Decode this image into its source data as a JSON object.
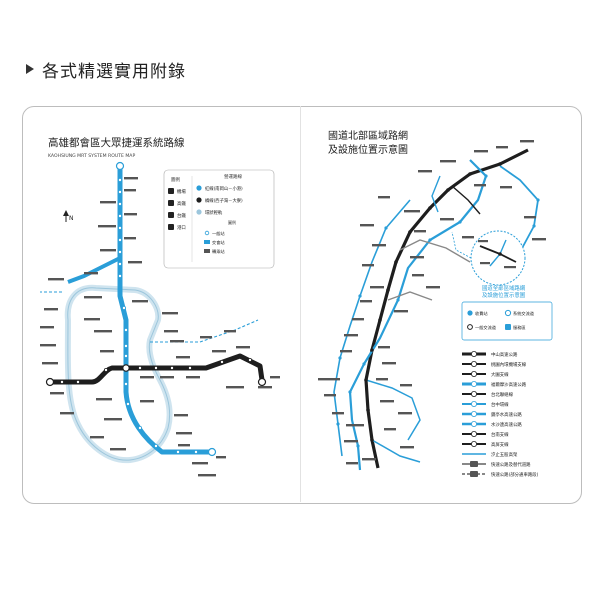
{
  "header": {
    "title": "各式精選實用附錄"
  },
  "left_map": {
    "title": "高雄都會區大眾捷運系統路線",
    "subtitle": "KAOHSIUNG MRT SYSTEM ROUTE MAP",
    "legend_left": {
      "title": "圖例",
      "items": [
        "機場",
        "高鐵",
        "台鐵",
        "港口"
      ]
    },
    "legend_right": {
      "title": "營運路線",
      "lines": [
        "紅線(南岡山－小港)",
        "橘線(西子灣－大寮)",
        "環狀輕軌"
      ],
      "station_title": "圖例",
      "stations": [
        "一般站",
        "交會站",
        "轉乘站"
      ]
    }
  },
  "right_map": {
    "title_line1": "國道北部區域路網",
    "title_line2": "及設施位置示意圖",
    "legend": {
      "title_line1": "國道全部區域路網",
      "title_line2": "及設施位置示意圖",
      "facilities": [
        "收費站",
        "系統交流道",
        "一般交流道",
        "服務區"
      ],
      "roads": [
        "中山高速公路",
        "桃園內環機場支線",
        "大園支線",
        "福爾摩沙高速公路",
        "台北聯絡線",
        "台中環線",
        "鏡亭水高速公路",
        "水沙連高速公路",
        "台南支線",
        "高屏支線",
        "汐止五股高架",
        "快速公路及替代道路",
        "快速公路(部分通車路段)"
      ]
    }
  }
}
